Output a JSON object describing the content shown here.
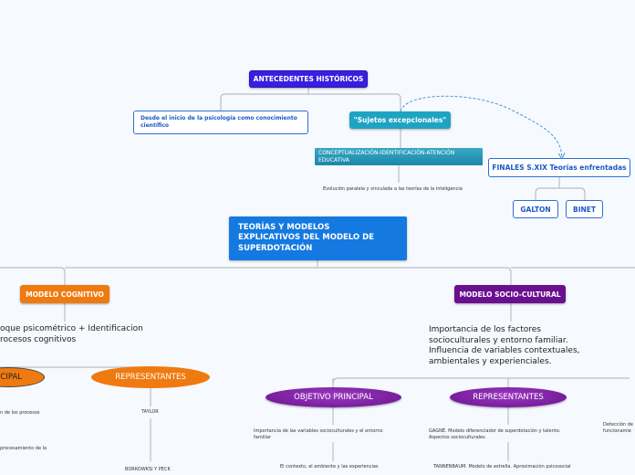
{
  "map": {
    "antecedentes": "ANTECEDENTES HISTÓRICOS",
    "desde_line1": "Desde el inicio de la psicología como conocimiento",
    "desde_line2": "científico",
    "sujetos": "\"Sujetos excepcionales\"",
    "conceptualizacion_line1": "CONCEPTUALIZACIÓN-IDENTIFICACIÓN-ATENCIÓN",
    "conceptualizacion_line2": "EDUCATIVA",
    "evolucion": "Evolución paralela y vinculada a las teorías de la inteligencia",
    "finales": "FINALES S.XIX Teorías enfrentadas",
    "galton": "GALTON",
    "binet": "BINET",
    "central_line1": "TEORÍAS Y MODELOS",
    "central_line2": "EXPLICATIVOS DEL MODELO DE",
    "central_line3": "SUPERDOTACIÓN",
    "modelo_cognitivo": "MODELO COGNITIVO",
    "cognitivo_desc_line1": "oque psicométrico + Identificacion",
    "cognitivo_desc_line2": "rocesos cognitivos",
    "principal_left": "CIPAL",
    "representantes_left": "REPRESENTANTES",
    "cog_txt1": "n de los procesos",
    "cog_txt2": "procesamiento de la",
    "taylor": "TAYLOR",
    "borkowski": "BORKOWKSI Y PECK",
    "modelo_socio": "MODELO SOCIO-CULTURAL",
    "socio_desc_line1": "Importancia de los factores",
    "socio_desc_line2": "socioculturales y entorno familiar.",
    "socio_desc_line3": "Influencia de variables contextuales,",
    "socio_desc_line4": "ambientales y experienciales.",
    "objetivo_principal": "OBJETIVO PRINCIPAL",
    "representantes_right": "REPRESENTANTES",
    "obj_txt1_line1": "Importancia de las variables socioculturales y el entorno",
    "obj_txt1_line2": "familiar",
    "obj_txt2": "El contexto, el ambiente y las experiencias",
    "gagne_line1": "GAGNÉ. Modelo diferenciador de superdotación y talento.",
    "gagne_line2": "Aspectos socioculturales",
    "tannenbaum": "TANNENBAUM. Modelo de estrella. Aproximación psicosocial",
    "deteccion_line1": "Detección de",
    "deteccion_line2": "funcionamie"
  }
}
